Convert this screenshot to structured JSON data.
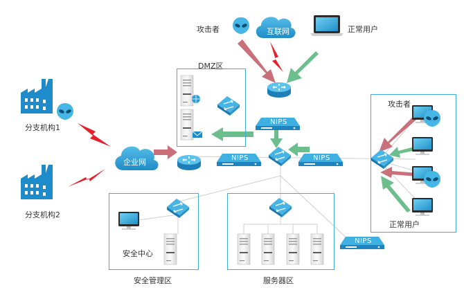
{
  "colors": {
    "accent": "#2a9fd6",
    "zone_border": "#3aaed8",
    "attack_arrow": "#c9707a",
    "normal_arrow": "#6cbf8c",
    "lightning": "#e5222c"
  },
  "labels": {
    "top_attacker": "攻击者",
    "internet": "互联网",
    "top_normal_user": "正常用户",
    "dmz": "DMZ区",
    "branch1": "分支机构1",
    "branch2": "分支机构2",
    "enterprise_net": "企业网",
    "nips": "NIPS",
    "right_attacker": "攻击者",
    "right_normal_user": "正常用户",
    "security_center": "安全中心",
    "security_zone": "安全管理区",
    "server_zone": "服务器区"
  },
  "icons": [
    "alien-icon",
    "cloud-icon",
    "laptop-icon",
    "router-icon",
    "switch-icon",
    "nips-device-icon",
    "server-icon",
    "factory-icon",
    "lightning-icon",
    "monitor-icon",
    "mail-icon",
    "globe-icon"
  ]
}
